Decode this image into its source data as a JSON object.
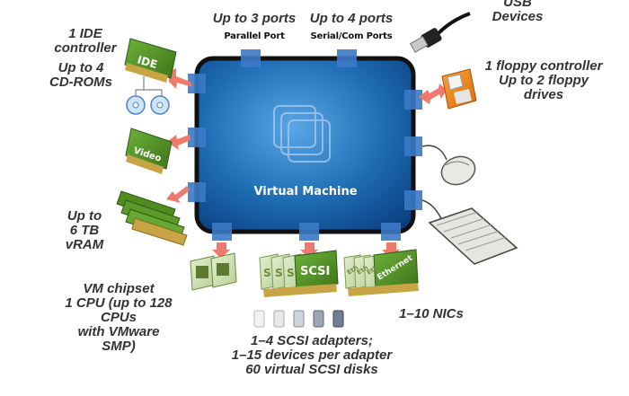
{
  "vm": {
    "label": "Virtual Machine"
  },
  "top_left_ports": {
    "title": "Up to 3 ports",
    "subtitle": "Parallel Port"
  },
  "top_right_ports": {
    "title": "Up to 4 ports",
    "subtitle": "Serial/Com Ports"
  },
  "usb": {
    "label": "USB\nDevices"
  },
  "ide": {
    "label": "1 IDE\ncontroller",
    "cdrom_label": "Up to 4\nCD-ROMs",
    "board_text": "IDE"
  },
  "floppy": {
    "label": "1 floppy controller\nUp to 2 floppy\ndrives"
  },
  "video": {
    "board_text": "Video"
  },
  "vram": {
    "label": "Up to\n6 TB\nvRAM"
  },
  "chipset": {
    "label": "VM chipset\n1 CPU (up to 128\nCPUs\nwith VMware\nSMP)"
  },
  "scsi": {
    "label": "1–4 SCSI adapters;\n1–15 devices per adapter\n60 virtual SCSI disks",
    "board_text": "SCSI",
    "small_board_text": "S"
  },
  "nics": {
    "label": "1–10 NICs",
    "board_text": "Ethernet",
    "small_board_text": "Eth"
  },
  "colors": {
    "vm_blue": "#1f6db4",
    "vm_border": "#111111",
    "port_blue": "#3b7ac7",
    "arrow": "#ee7a6e",
    "board_green": "#4e8c22",
    "floppy_orange": "#f08a1c"
  }
}
